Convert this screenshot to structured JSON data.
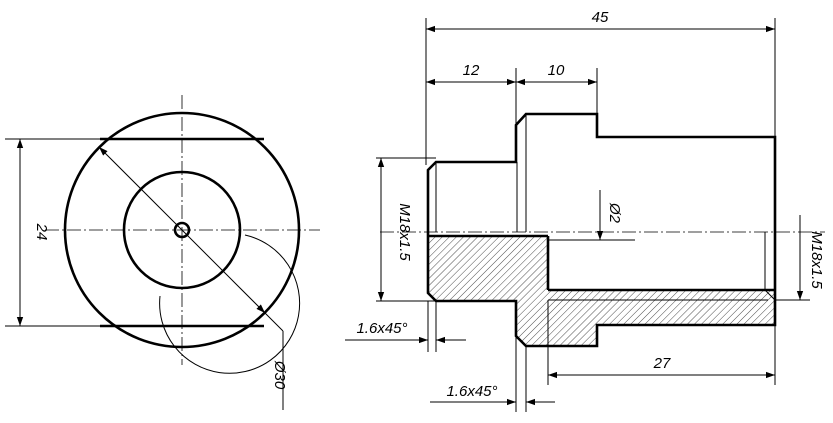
{
  "dimensions": {
    "overall_length": "45",
    "left_length": "12",
    "collar_length": "10",
    "thread_left": "M18x1.5",
    "thread_right": "M18x1.5",
    "hole_diameter": "Ø2",
    "bore_length": "27",
    "chamfer_left": "1.6x45°",
    "chamfer_bottom": "1.6x45°",
    "flats_width": "24",
    "outer_diameter": "Ø30"
  }
}
